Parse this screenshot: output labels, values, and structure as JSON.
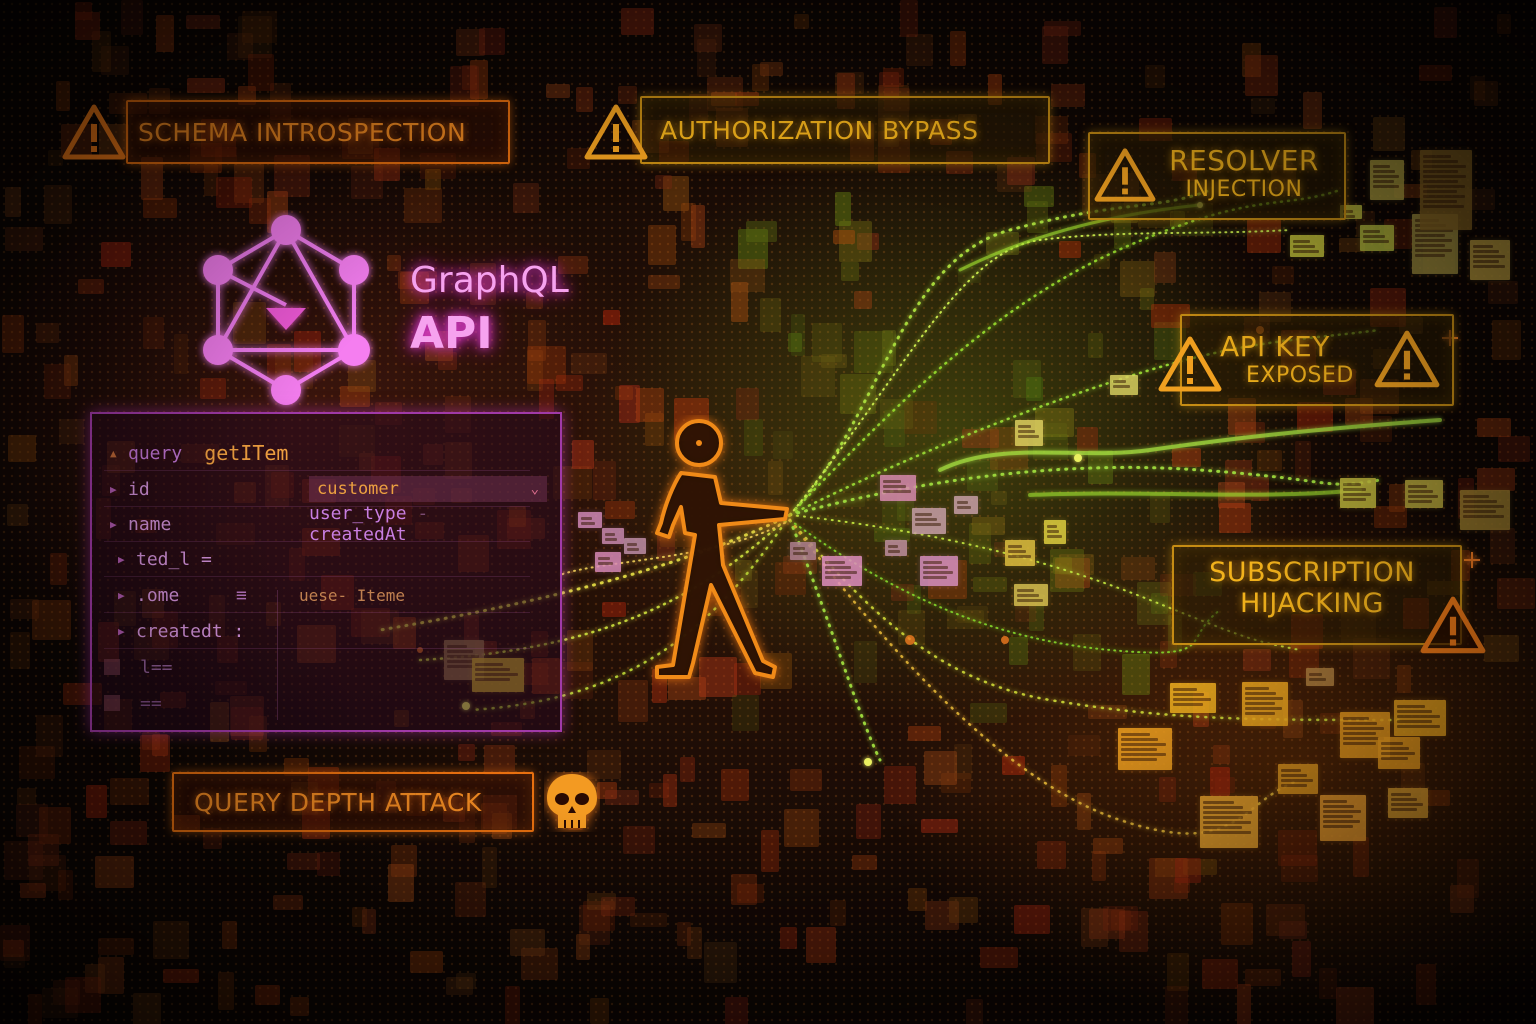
{
  "scene": {
    "theme_colors": {
      "background": "#0d0604",
      "orange_alert": "#f08a22",
      "amber_alert": "#f2b21c",
      "graphql_pink": "#f6a2ef",
      "data_stream_green": "#9ad43a",
      "code_panel_border": "#a03aa8"
    }
  },
  "logo": {
    "icon": "graphql-logo-icon",
    "title_line1": "GraphQL",
    "title_line2": "API"
  },
  "alerts": [
    {
      "id": "schema-introspection",
      "label": "SCHEMA INTROSPECTION",
      "icon": "warning-triangle-icon",
      "color": "orange"
    },
    {
      "id": "authorization-bypass",
      "label": "AUTHORIZATION BYPASS",
      "icon": "warning-triangle-icon",
      "color": "amber"
    },
    {
      "id": "resolver-injection",
      "line1": "RESOLVER",
      "line2": "INJECTION",
      "icon": "warning-triangle-icon",
      "color": "amber"
    },
    {
      "id": "api-key-exposed",
      "line1": "API KEY",
      "line2": "EXPOSED",
      "icon": "warning-triangle-icon",
      "color": "amber"
    },
    {
      "id": "subscription-hijacking",
      "line1": "SUBSCRIPTION",
      "line2": "HIJACKING",
      "icon": "warning-triangle-icon",
      "color": "orange"
    },
    {
      "id": "query-depth-attack",
      "label": "QUERY DEPTH ATTACK",
      "icon": "skull-icon",
      "color": "orange"
    }
  ],
  "code_panel": {
    "rows": [
      {
        "marker": "▲",
        "keyword": "query",
        "name": "getITem"
      },
      {
        "marker": "▶",
        "field": "id",
        "value": "customer",
        "value_is_select": true,
        "select_icon": "chevron-down-icon"
      },
      {
        "marker": "▶",
        "field": "name",
        "value": "user_type",
        "separator": "-",
        "value2": "createdAt"
      },
      {
        "marker": "▶",
        "field": "ted_l ="
      },
      {
        "marker": "▶",
        "field": ".ome",
        "operator": "≡",
        "value": "uese- Iteme"
      },
      {
        "marker": "▶",
        "field": "createdt :"
      },
      {
        "marker": "■",
        "field": "l=="
      },
      {
        "marker": "■",
        "field": "=="
      }
    ]
  },
  "figure": {
    "icon": "attacker-figure-icon",
    "description": "stick figure pulling data streams"
  }
}
